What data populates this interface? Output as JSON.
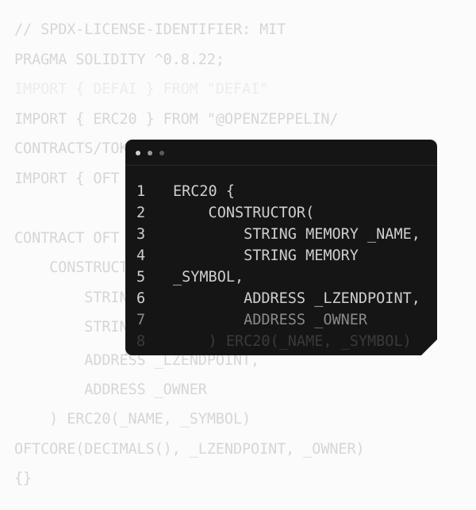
{
  "background_code": [
    "// SPDX-LICENSE-IDENTIFIER: MIT",
    "PRAGMA SOLIDITY ^0.8.22;",
    "IMPORT { DEFAI } FROM \"DEFAI\"",
    "IMPORT { ERC20 } FROM \"@OPENZEPPELIN/",
    "CONTRACTS/TOK",
    "IMPORT { OFT",
    "CONTRACT OFT",
    "    CONSTRUCT",
    "        STRIN",
    "        STRIN",
    "        ADDRESS _LZENDPOINT,",
    "        ADDRESS _OWNER",
    "    ) ERC20(_NAME, _SYMBOL)",
    "OFTCORE(DECIMALS(), _LZENDPOINT, _OWNER)",
    "{}"
  ],
  "editor_window": {
    "dots_colors": [
      "#d0d0d0",
      "#9a9a9a",
      "#5a5a5a"
    ],
    "lines": [
      {
        "num": "1",
        "text": "ERC20 {"
      },
      {
        "num": "2",
        "text": "    CONSTRUCTOR("
      },
      {
        "num": "3",
        "text": "        STRING MEMORY _NAME,"
      },
      {
        "num": "4",
        "text": "        STRING MEMORY"
      },
      {
        "num": "5",
        "text": "_SYMBOL,"
      },
      {
        "num": "6",
        "text": "        ADDRESS _LZENDPOINT,"
      },
      {
        "num": "7",
        "text": "        ADDRESS _OWNER"
      },
      {
        "num": "8",
        "text": "    ) ERC20(_NAME, _SYMBOL)"
      }
    ]
  }
}
